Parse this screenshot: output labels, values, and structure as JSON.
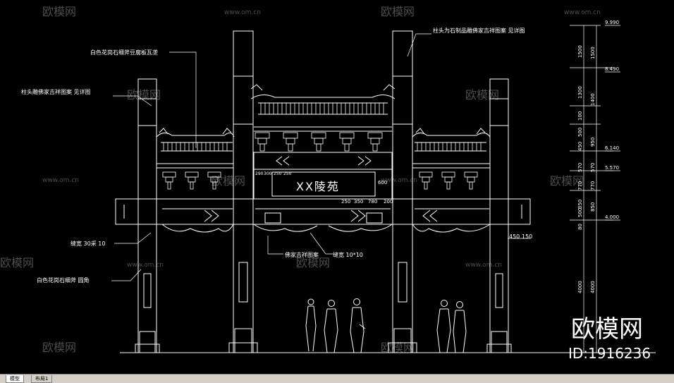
{
  "watermark": {
    "brand": "欧模网",
    "url": "www.om.cn",
    "logo_big": "欧模网",
    "id_label": "ID:1916236"
  },
  "annotations": {
    "top_left": "白色花岗石细斧豆腐板瓦垄",
    "left_upper": "柱头雕佛家吉祥图案 见详图",
    "top_right": "柱头为石制品雕佛家吉祥图案 见详图",
    "gap_label": "缝宽 30采 10",
    "base_label": "白色花岗石细斧 圆角",
    "pattern_label": "佛家吉祥图案",
    "seam_label": "缝宽 10*10",
    "plaque": "XX陵苑"
  },
  "plaque_dims": {
    "top_row": [
      "290",
      "300",
      "250",
      "250"
    ],
    "right": "600",
    "bottom_row": [
      "250",
      "350",
      "780",
      "200"
    ],
    "lower_right": [
      "450",
      "150"
    ]
  },
  "elevations": [
    {
      "value": "9.990"
    },
    {
      "value": "8.490"
    },
    {
      "value": "6.140"
    },
    {
      "value": "5.570"
    },
    {
      "value": "4.000"
    }
  ],
  "dim_left": [
    "1500",
    "1300",
    "100",
    "500",
    "450",
    "570",
    "770",
    "350",
    "500",
    "80",
    "4000"
  ],
  "dim_right": [
    "1500",
    "1400",
    "950",
    "570",
    "770",
    "850",
    "4000"
  ],
  "tabs": [
    {
      "label": "模型",
      "active": true
    },
    {
      "label": "布局1",
      "active": false
    }
  ],
  "colors": {
    "background": "#000000",
    "lines": "#ffffff",
    "watermark": "#4a4a4a"
  }
}
